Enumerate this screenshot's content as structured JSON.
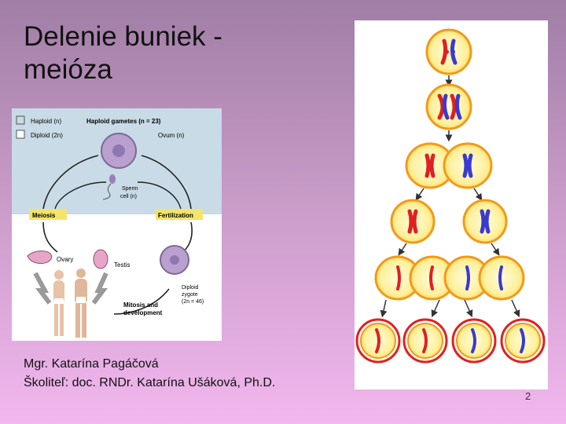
{
  "slide": {
    "title_line1": "Delenie buniek -",
    "title_line2": "meióza",
    "author_line1": "Mgr. Katarína Pagáčová",
    "author_line2": "Školiteľ: doc. RNDr. Katarína Ušáková, Ph.D.",
    "page_number": "2"
  },
  "lifecycle_diagram": {
    "legend_haploid": "Haploid (n)",
    "legend_diploid": "Diploid (2n)",
    "haploid_gametes": "Haploid gametes (n = 23)",
    "ovum": "Ovum (n)",
    "sperm_line1": "Sperm",
    "sperm_line2": "cell (n)",
    "meiosis": "Meiosis",
    "fertilization": "Fertilization",
    "ovary": "Ovary",
    "testis": "Testis",
    "zygote_line1": "Diploid",
    "zygote_line2": "zygote",
    "zygote_line3": "(2n = 46)",
    "mitosis_line1": "Mitosis and",
    "mitosis_line2": "development",
    "colors": {
      "haploid_band": "#c8dbe6",
      "label_fill": "#f5e46a",
      "cell": "#b9a0cf"
    }
  },
  "meiosis_diagram": {
    "colors": {
      "cell_ring": "#f19a1b",
      "cytoplasm": "#fff3a0",
      "maternal": "#e02020",
      "paternal": "#3a3ad0"
    }
  }
}
